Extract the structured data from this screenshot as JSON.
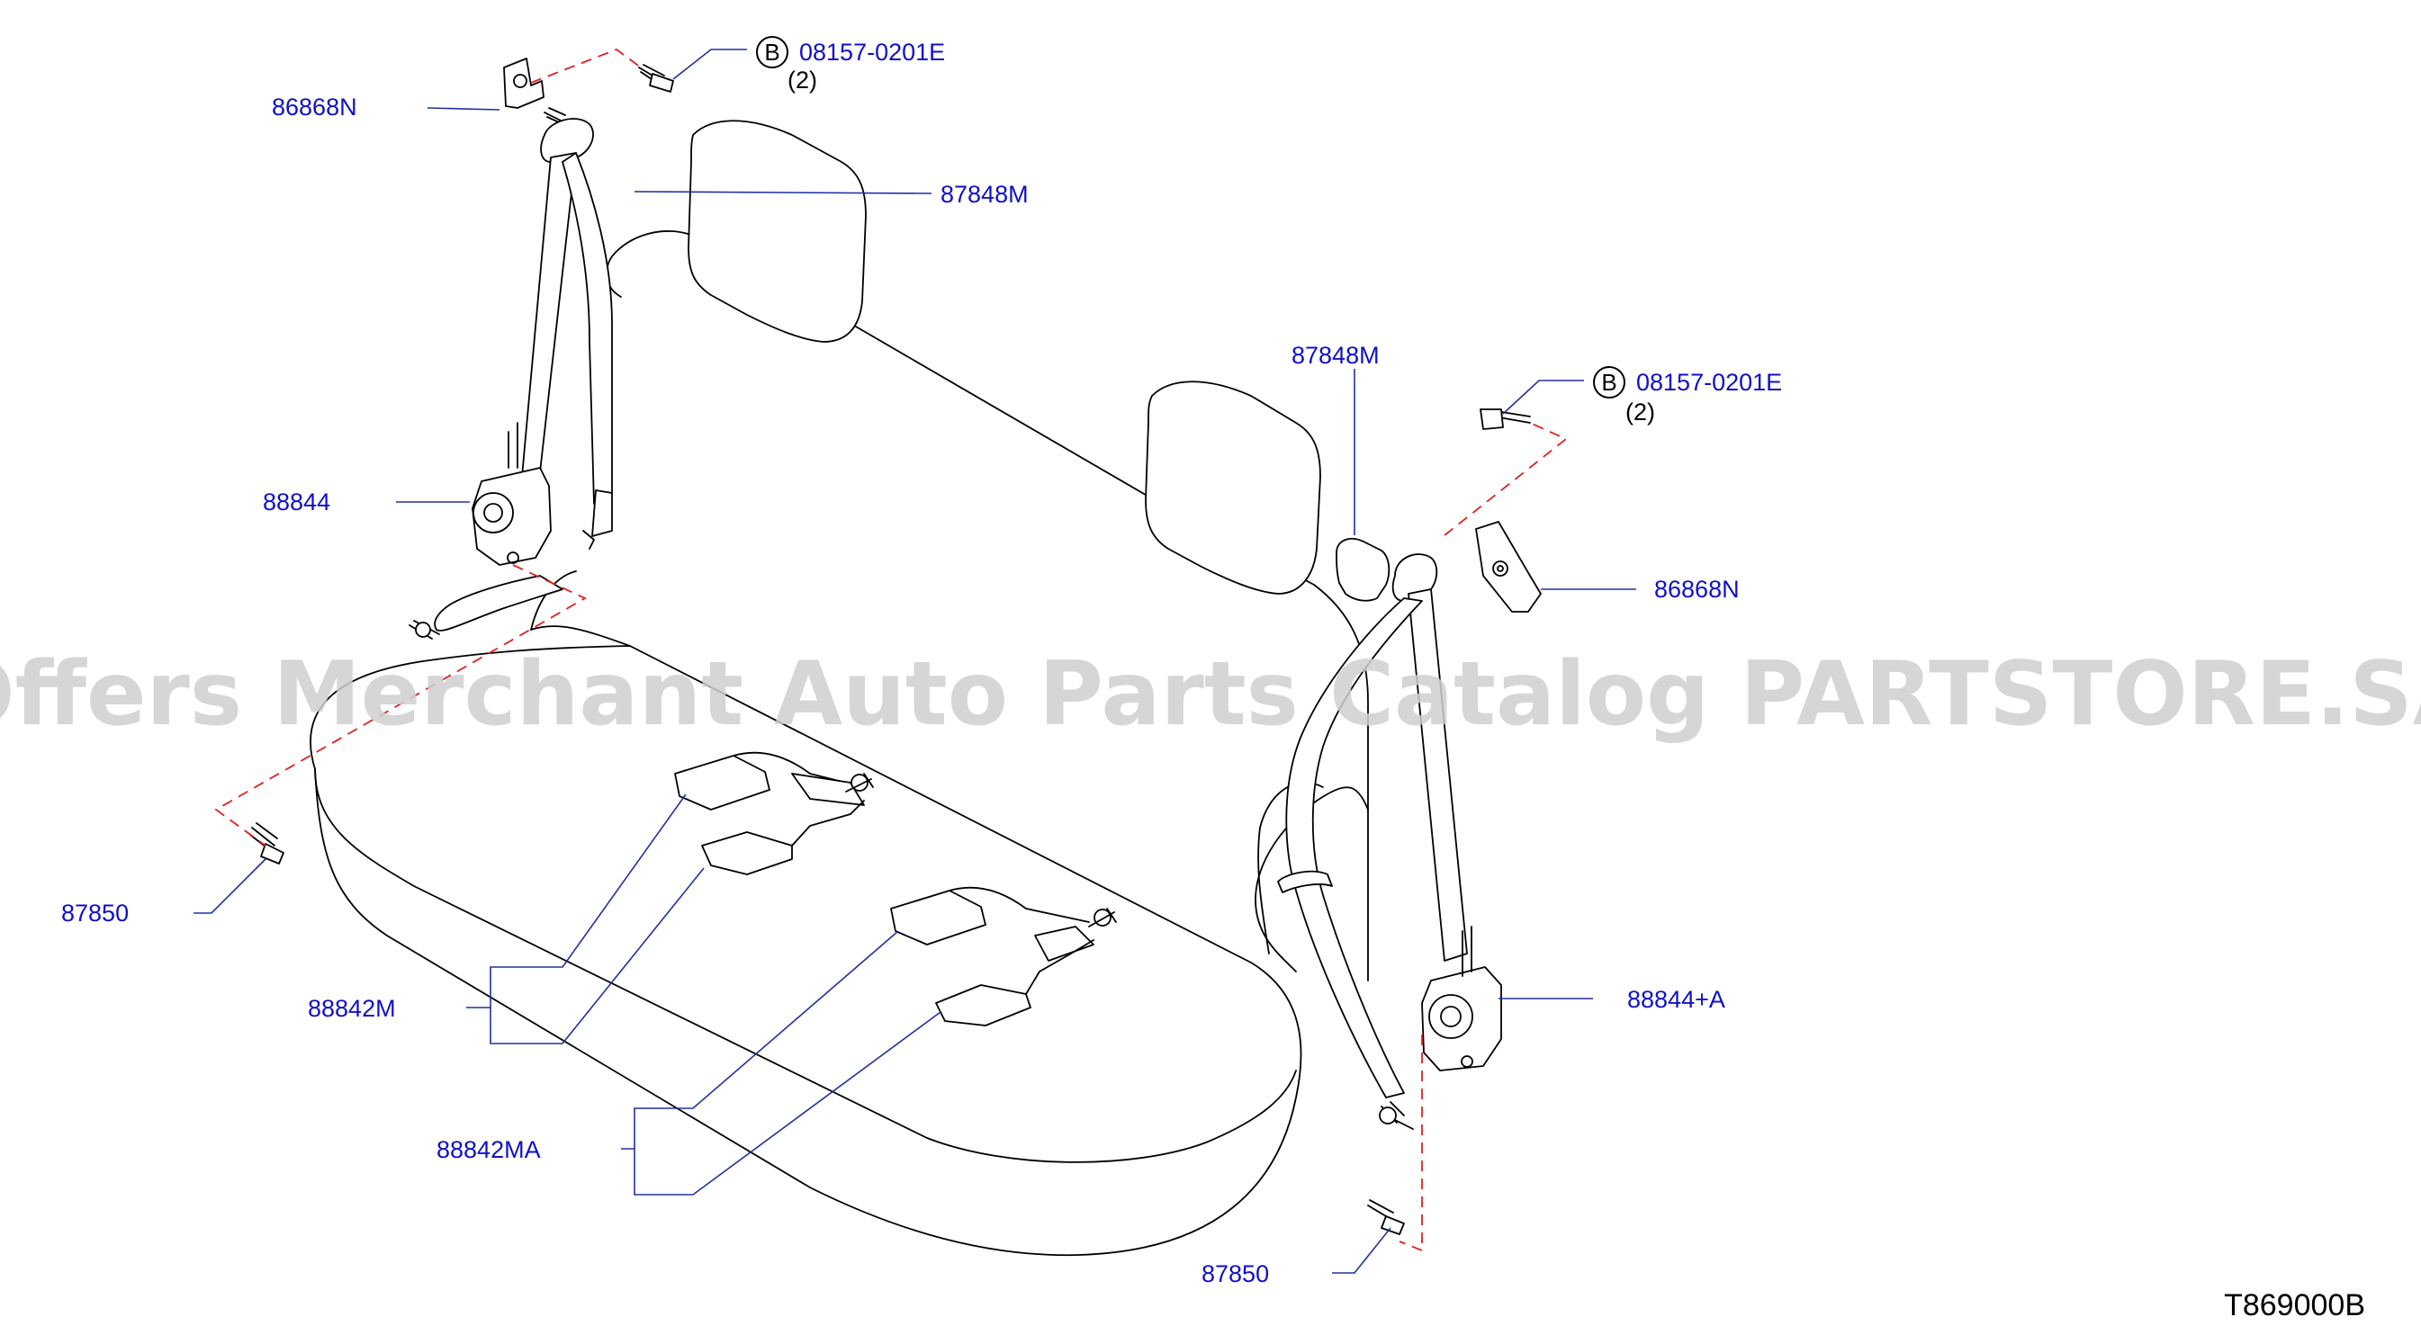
{
  "callouts": {
    "bolt_left": {
      "code": "B",
      "part": "08157-0201E",
      "qty": "(2)"
    },
    "bolt_right": {
      "code": "B",
      "part": "08157-0201E",
      "qty": "(2)"
    },
    "anchor_left": "86868N",
    "anchor_right": "86868N",
    "finisher_left": "87848M",
    "finisher_right": "87848M",
    "retractor_left": "88844",
    "retractor_right": "88844+A",
    "bolt_floor_left": "87850",
    "bolt_floor_right": "87850",
    "buckle_a": "88842M",
    "buckle_b": "88842MA"
  },
  "reference_code": "T869000B",
  "watermark": "Offers Merchant Auto Parts Catalog PARTSTORE.SA"
}
